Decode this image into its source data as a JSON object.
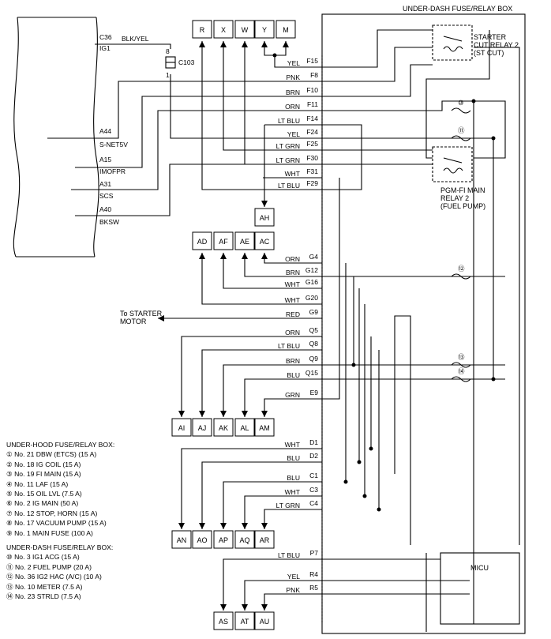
{
  "title": "UNDER-DASH FUSE/RELAY BOX",
  "ecm_pins": [
    {
      "pin": "C36",
      "signal": "IG1",
      "wire": "BLK/YEL"
    },
    {
      "pin": "A44",
      "signal": "S-NET5V"
    },
    {
      "pin": "A15",
      "signal": "IMOFPR"
    },
    {
      "pin": "A31",
      "signal": "SCS"
    },
    {
      "pin": "A40",
      "signal": "BKSW"
    }
  ],
  "c103": {
    "name": "C103",
    "pin_top": "8",
    "pin_bottom": "1"
  },
  "top_connectors": [
    "R",
    "X",
    "W",
    "Y",
    "M"
  ],
  "ah": "AH",
  "mid_connectors": [
    "AD",
    "AF",
    "AE",
    "AC"
  ],
  "ai_connectors": [
    "AI",
    "AJ",
    "AK",
    "AL",
    "AM"
  ],
  "an_connectors": [
    "AN",
    "AO",
    "AP",
    "AQ",
    "AR"
  ],
  "as_connectors": [
    "AS",
    "AT",
    "AU"
  ],
  "relays": {
    "starter_cut": [
      "STARTER",
      "CUT RELAY 2",
      "(ST CUT)"
    ],
    "pgmfi": [
      "PGM-FI MAIN",
      "RELAY 2",
      "(FUEL PUMP)"
    ]
  },
  "micu": "MICU",
  "starter_motor": [
    "To STARTER",
    "MOTOR"
  ],
  "terminals": [
    {
      "wire": "YEL",
      "pin": "F15"
    },
    {
      "wire": "PNK",
      "pin": "F8"
    },
    {
      "wire": "BRN",
      "pin": "F10"
    },
    {
      "wire": "ORN",
      "pin": "F11"
    },
    {
      "wire": "LT BLU",
      "pin": "F14"
    },
    {
      "wire": "YEL",
      "pin": "F24"
    },
    {
      "wire": "LT GRN",
      "pin": "F25"
    },
    {
      "wire": "LT GRN",
      "pin": "F30"
    },
    {
      "wire": "WHT",
      "pin": "F31"
    },
    {
      "wire": "LT BLU",
      "pin": "F29"
    },
    {
      "wire": "ORN",
      "pin": "G4"
    },
    {
      "wire": "BRN",
      "pin": "G12"
    },
    {
      "wire": "WHT",
      "pin": "G16"
    },
    {
      "wire": "WHT",
      "pin": "G20"
    },
    {
      "wire": "RED",
      "pin": "G9"
    },
    {
      "wire": "ORN",
      "pin": "Q5"
    },
    {
      "wire": "LT BLU",
      "pin": "Q8"
    },
    {
      "wire": "BRN",
      "pin": "Q9"
    },
    {
      "wire": "BLU",
      "pin": "Q15"
    },
    {
      "wire": "GRN",
      "pin": "E9"
    },
    {
      "wire": "WHT",
      "pin": "D1"
    },
    {
      "wire": "BLU",
      "pin": "D2"
    },
    {
      "wire": "BLU",
      "pin": "C1"
    },
    {
      "wire": "WHT",
      "pin": "C3"
    },
    {
      "wire": "LT GRN",
      "pin": "C4"
    },
    {
      "wire": "LT BLU",
      "pin": "P7"
    },
    {
      "wire": "YEL",
      "pin": "R4"
    },
    {
      "wire": "PNK",
      "pin": "R5"
    }
  ],
  "fuse_markers": [
    "⑩",
    "⑪",
    "⑫",
    "⑬",
    "⑭"
  ],
  "legend_hood": {
    "heading": "UNDER-HOOD FUSE/RELAY BOX:",
    "items": [
      "① No. 21 DBW (ETCS) (15 A)",
      "② No. 18 IG COIL (15 A)",
      "③ No. 19 FI MAIN (15 A)",
      "④ No. 11 LAF (15 A)",
      "⑤ No. 15 OIL LVL (7.5 A)",
      "⑥ No. 2 IG MAIN (50 A)",
      "⑦ No. 12 STOP, HORN (15 A)",
      "⑧ No. 17 VACUUM PUMP (15 A)",
      "⑨ No. 1 MAIN FUSE (100 A)"
    ]
  },
  "legend_dash": {
    "heading": "UNDER-DASH FUSE/RELAY BOX:",
    "items": [
      "⑩ No. 3 IG1 ACG (15 A)",
      "⑪ No. 2 FUEL PUMP (20 A)",
      "⑫ No. 36 IG2 HAC (A/C) (10 A)",
      "⑬ No. 10 METER (7.5 A)",
      "⑭ No. 23 STRLD (7.5 A)"
    ]
  }
}
